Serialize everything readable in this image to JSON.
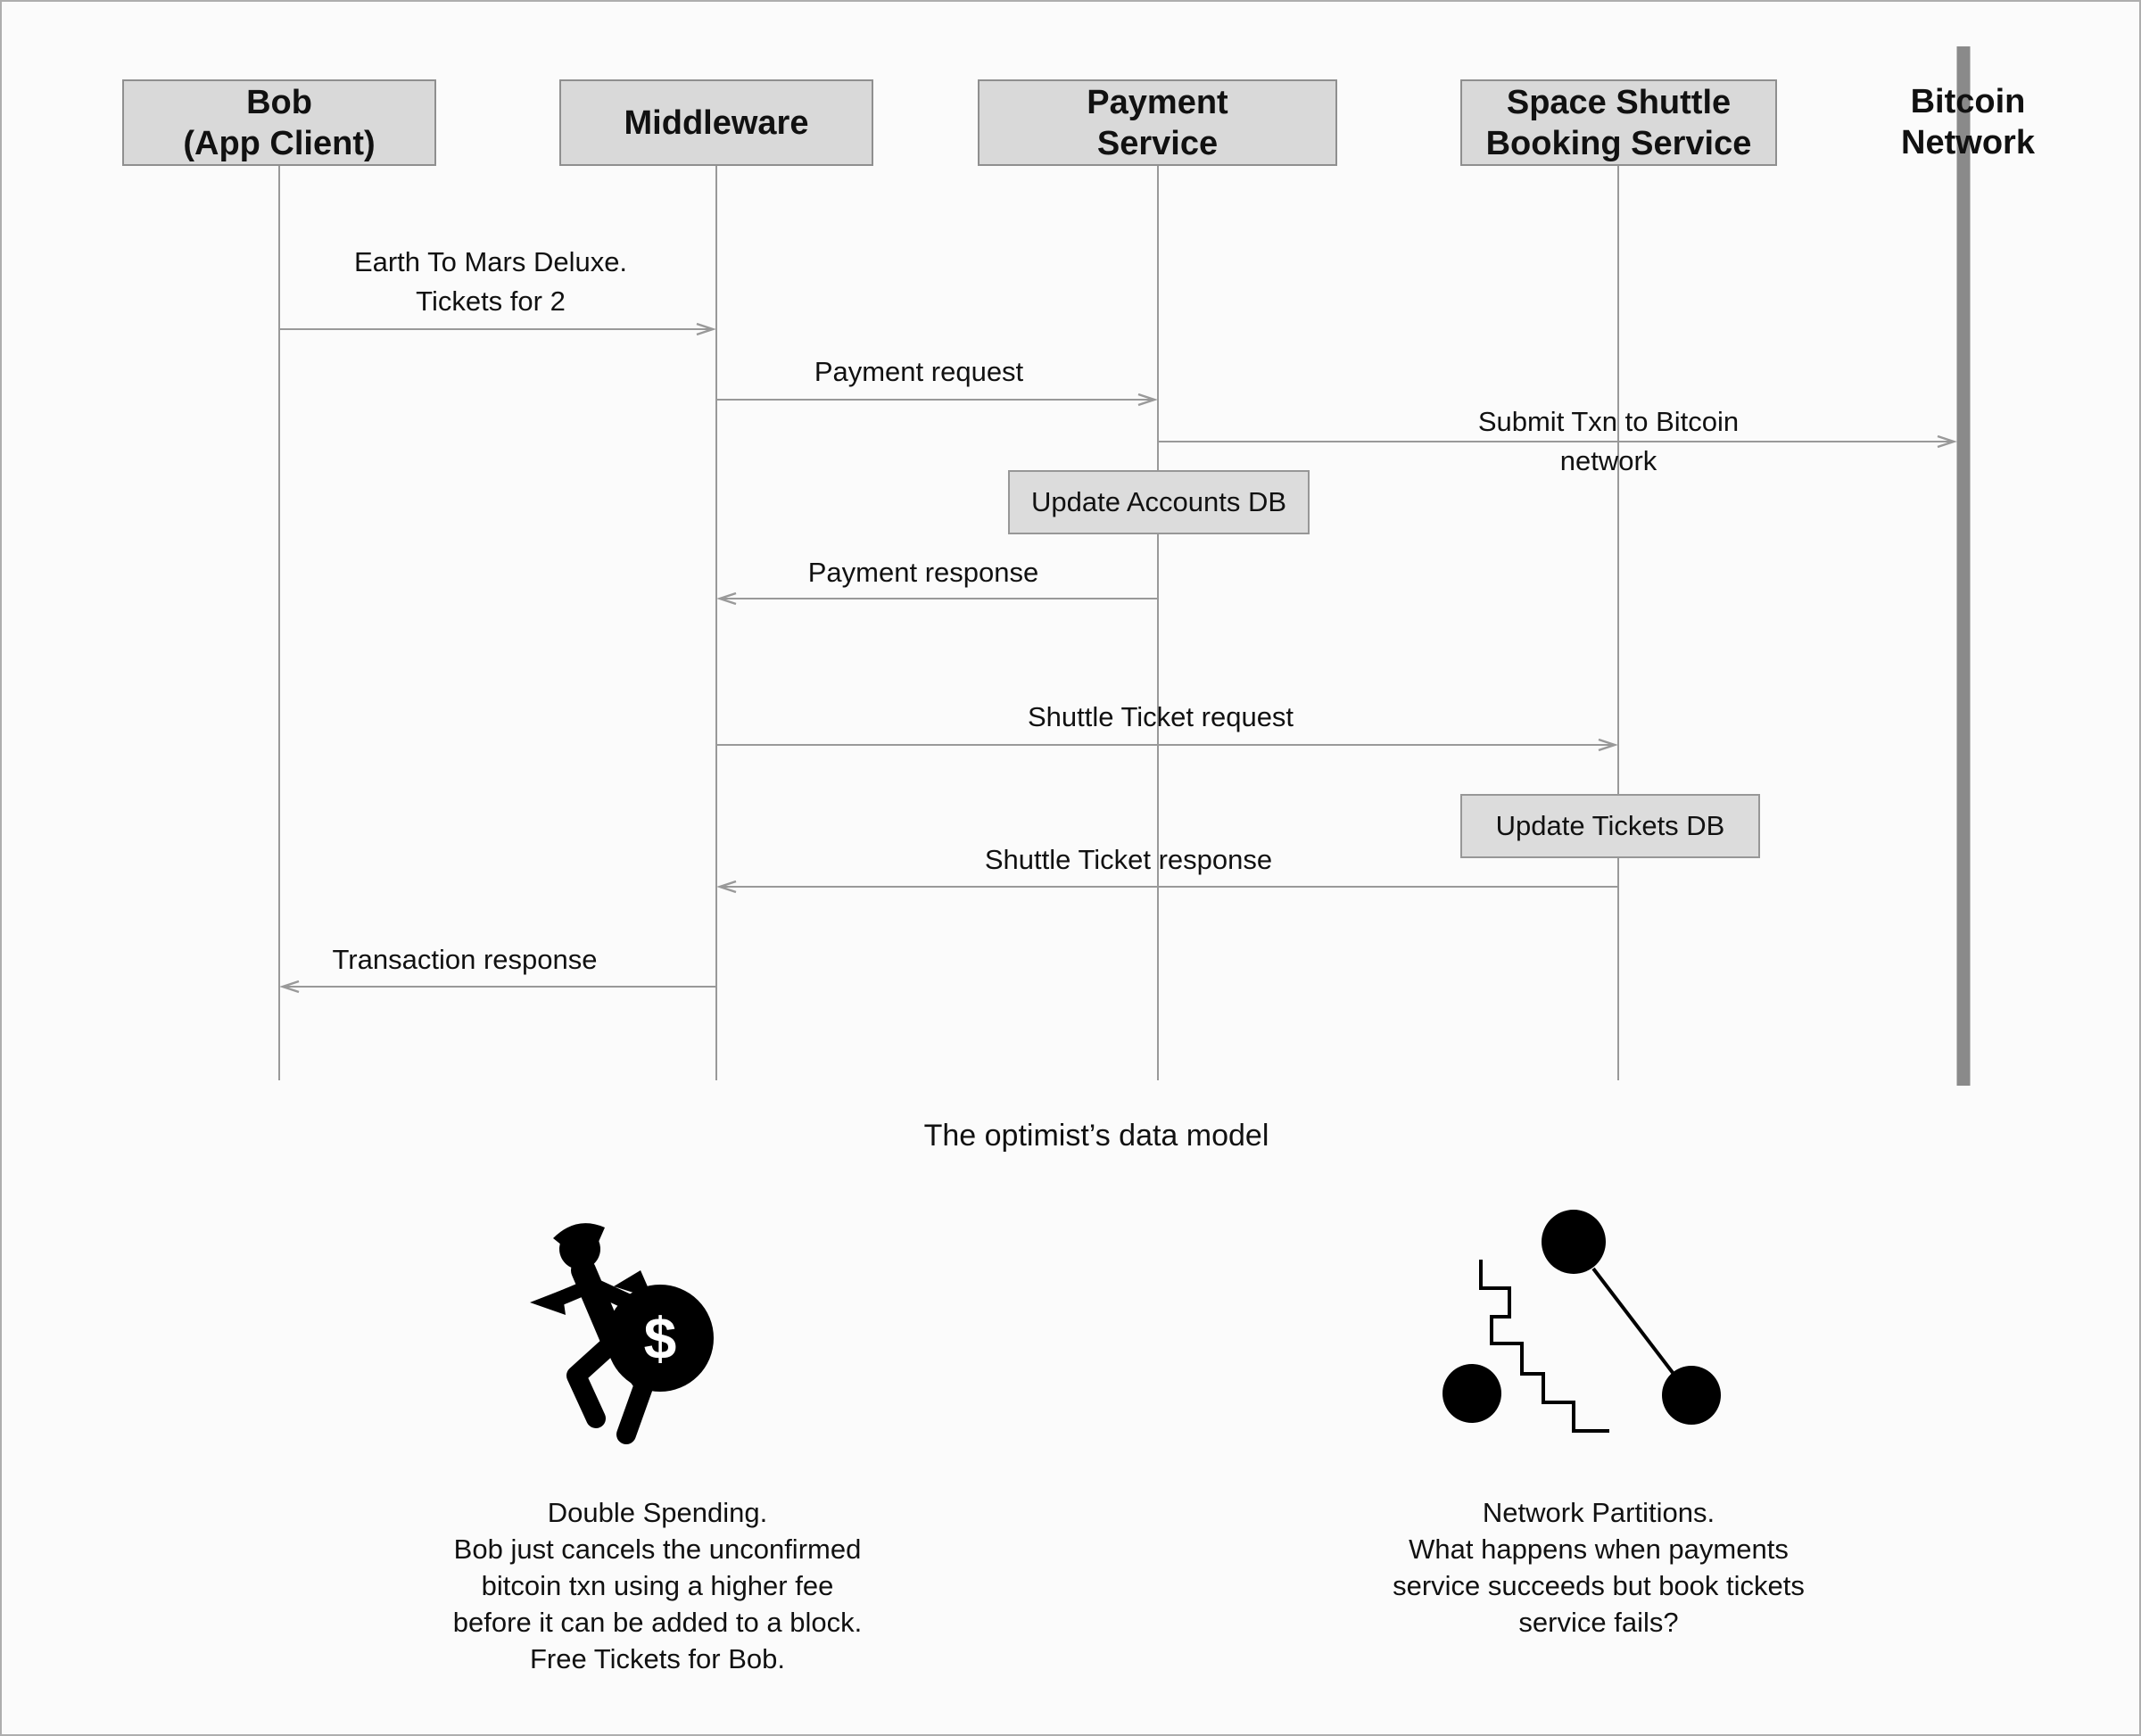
{
  "colors": {
    "background": "#fbfbfb",
    "actor_box_fill": "#d9d9d9",
    "actor_box_border": "#8f8f8f",
    "line": "#999999",
    "bitcoin_bar": "#8a8a8a",
    "text": "#111111",
    "icon": "#000000"
  },
  "actors": {
    "bob": {
      "line1": "Bob",
      "line2": "(App Client)"
    },
    "middleware": {
      "line1": "Middleware"
    },
    "payment": {
      "line1": "Payment",
      "line2": "Service"
    },
    "booking": {
      "line1": "Space Shuttle",
      "line2": "Booking Service"
    },
    "bitcoin": {
      "line1": "Bitcoin",
      "line2": "Network"
    }
  },
  "messages": {
    "order": {
      "line1": "Earth To Mars Deluxe.",
      "line2": "Tickets for 2"
    },
    "payment_request": "Payment request",
    "submit_txn": {
      "line1": "Submit Txn to Bitcoin",
      "line2": "network"
    },
    "payment_response": "Payment response",
    "shuttle_request": "Shuttle Ticket request",
    "shuttle_response": "Shuttle Ticket response",
    "transaction_response": "Transaction response"
  },
  "notes": {
    "accounts_db": "Update Accounts DB",
    "tickets_db": "Update Tickets DB"
  },
  "caption": "The optimist’s data model",
  "callouts": {
    "double_spending": {
      "icon": "robber-money-bag-icon",
      "bag_symbol": "$",
      "lines": [
        "Double Spending.",
        "Bob just cancels the unconfirmed",
        "bitcoin txn using a higher fee",
        "before it can be added to a block.",
        "Free Tickets for Bob."
      ]
    },
    "network_partitions": {
      "icon": "network-partition-icon",
      "lines": [
        "Network Partitions.",
        "What happens when payments",
        "service succeeds but book tickets",
        "service fails?"
      ]
    }
  }
}
